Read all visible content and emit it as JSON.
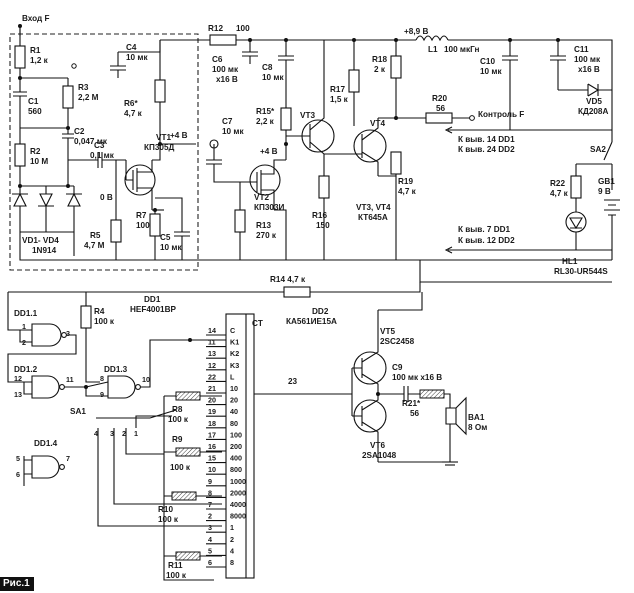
{
  "figure_label": "Рис.1",
  "labels": {
    "input": "Вход F",
    "r1": [
      "R1",
      "1,2 к"
    ],
    "r3": [
      "R3",
      "2,2 М"
    ],
    "c1": [
      "C1",
      "560"
    ],
    "c2": [
      "C2",
      "0,047 мк"
    ],
    "r2": [
      "R2",
      "10 М"
    ],
    "c3": [
      "C3",
      "0,1 мк"
    ],
    "ov": "0 В",
    "r5": [
      "R5",
      "4,7 М"
    ],
    "vd1": [
      "VD1- VD4",
      "1N914"
    ],
    "c4": [
      "C4",
      "10 мк"
    ],
    "r6": [
      "R6*",
      "4,7 к"
    ],
    "vt1": [
      "VT1",
      "КП305Д"
    ],
    "plus4b_1": "+4 В",
    "r7": [
      "R7",
      "100"
    ],
    "c5": [
      "C5",
      "10 мк"
    ],
    "r12": [
      "R12",
      "100"
    ],
    "c6": [
      "C6",
      "100 мк",
      "х16 В"
    ],
    "c8": [
      "C8",
      "10 мк"
    ],
    "r15": [
      "R15*",
      "2,2 к"
    ],
    "plus4b_2": "+4 В",
    "c7": [
      "C7",
      "10 мк"
    ],
    "vt2": [
      "VT2",
      "КП303И"
    ],
    "r13": [
      "R13",
      "270 к"
    ],
    "vt3": "VT3",
    "r17": [
      "R17",
      "1,5 к"
    ],
    "vt4": "VT4",
    "r18": [
      "R18",
      "2 к"
    ],
    "r16": [
      "R16",
      "150"
    ],
    "vt34": [
      "VT3, VT4",
      "КТ645А"
    ],
    "r19": [
      "R19",
      "4,7 к"
    ],
    "supply": "+8,9 В",
    "l1": [
      "L1",
      "100 мкГн"
    ],
    "c10": [
      "C10",
      "10 мк"
    ],
    "c11": [
      "C11",
      "100 мк",
      "х16 В"
    ],
    "vd5": [
      "VD5",
      "КД208А"
    ],
    "r20": [
      "R20",
      "56"
    ],
    "control": "Контроль F",
    "to14": "К выв. 14 DD1",
    "to24": "К выв. 24 DD2",
    "sa2": "SA2",
    "r22": [
      "R22",
      "4,7 к"
    ],
    "gb1": [
      "GB1",
      "9 В"
    ],
    "to7": "К выв. 7 DD1",
    "to12": "К выв. 12  DD2",
    "hl1": [
      "HL1",
      "RL30-UR544S"
    ],
    "r14": "R14  4,7 к",
    "dd1": [
      "DD1",
      "HEF4001BP"
    ],
    "dd2": [
      "DD2",
      "КА561ИЕ15А"
    ],
    "dd11": "DD1.1",
    "dd12": "DD1.2",
    "dd13": "DD1.3",
    "dd14": "DD1.4",
    "r4": [
      "R4",
      "100 к"
    ],
    "sa1": "SA1",
    "r8": [
      "R8",
      "100 к"
    ],
    "r9": [
      "R9",
      "100 к"
    ],
    "r10": [
      "R10",
      "100 к"
    ],
    "r11": [
      "R11",
      "100 к"
    ],
    "ct": "CT",
    "pin23": "23",
    "vt5": [
      "VT5",
      "2SC2458"
    ],
    "vt6": [
      "VT6",
      "2SA1048"
    ],
    "c9": [
      "C9",
      "100 мк x16 В"
    ],
    "r21": [
      "R21*",
      "56"
    ],
    "ba1": [
      "BA1",
      "8 Ом"
    ]
  },
  "ct_left_labels": [
    "C",
    "K1",
    "K2",
    "K3",
    "L",
    "10",
    "20",
    "40",
    "80",
    "100",
    "200",
    "400",
    "800",
    "1000",
    "2000",
    "4000",
    "8000",
    "1",
    "2",
    "4",
    "8"
  ],
  "ct_left_pins": [
    "14",
    "11",
    "13",
    "12",
    "22",
    "21",
    "20",
    "19",
    "18",
    "17",
    "16",
    "15",
    "10",
    "9",
    "8",
    "7",
    "2",
    "3",
    "4",
    "5",
    "6"
  ],
  "dd11_pins": [
    "1",
    "2",
    "3"
  ],
  "dd12_pins": [
    "12",
    "13",
    "11"
  ],
  "dd13_pins": [
    "8",
    "9",
    "10"
  ],
  "dd14_pins": [
    "5",
    "6",
    "7"
  ],
  "sa1_pins": [
    "4",
    "3",
    "2",
    "1"
  ]
}
